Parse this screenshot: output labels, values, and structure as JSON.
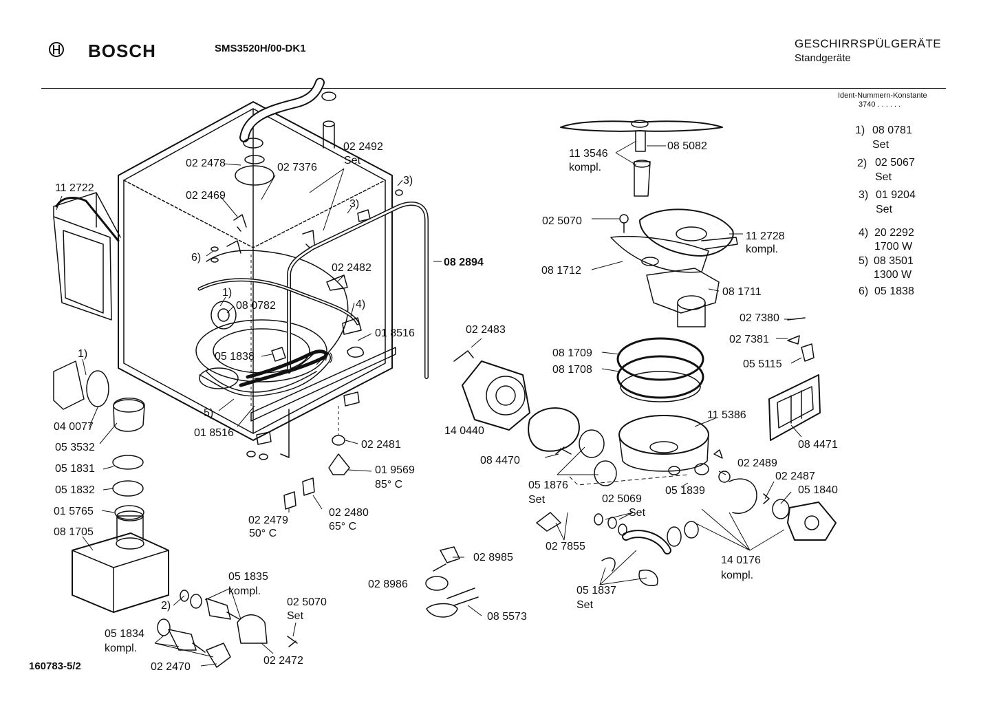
{
  "header": {
    "brand": "BOSCH",
    "model": "SMS3520H/00-DK1",
    "category": "GESCHIRRSPÜLGERÄTE",
    "subcategory": "Standgeräte",
    "ident_label": "Ident-Nummern-Konstante",
    "ident_value": "3740  . .   . . . ."
  },
  "footnotes": [
    {
      "key": "1)",
      "number": "08 0781",
      "extra": "Set"
    },
    {
      "key": "2)",
      "number": "02 5067",
      "extra": "Set"
    },
    {
      "key": "3)",
      "number": "01 9204",
      "extra": "Set"
    },
    {
      "key": "4)",
      "number": "20 2292",
      "extra": "1700 W"
    },
    {
      "key": "5)",
      "number": "08 3501",
      "extra": "1300 W"
    },
    {
      "key": "6)",
      "number": "05 1838",
      "extra": ""
    }
  ],
  "doc_number": "160783-5/2",
  "labels": [
    {
      "id": "l1",
      "text": "11 2722"
    },
    {
      "id": "l2",
      "text": "02 2478"
    },
    {
      "id": "l3",
      "text": "02 7376"
    },
    {
      "id": "l4",
      "text": "02 2492"
    },
    {
      "id": "l5",
      "text": "Set"
    },
    {
      "id": "l6",
      "text": "3)"
    },
    {
      "id": "l7",
      "text": "3)"
    },
    {
      "id": "l8",
      "text": "02 2469"
    },
    {
      "id": "l9",
      "text": "6)"
    },
    {
      "id": "l10",
      "text": "08 2894"
    },
    {
      "id": "l11",
      "text": "02 2482"
    },
    {
      "id": "l12",
      "text": "1)"
    },
    {
      "id": "l13",
      "text": "08 0782"
    },
    {
      "id": "l14",
      "text": "4)"
    },
    {
      "id": "l15",
      "text": "01 8516"
    },
    {
      "id": "l16",
      "text": "05 1838"
    },
    {
      "id": "l17",
      "text": "7)"
    },
    {
      "id": "l18",
      "text": "1)"
    },
    {
      "id": "l19",
      "text": "5)"
    },
    {
      "id": "l20",
      "text": "01 8516"
    },
    {
      "id": "l21",
      "text": "04 0077"
    },
    {
      "id": "l22",
      "text": "05 3532"
    },
    {
      "id": "l23",
      "text": "05 1831"
    },
    {
      "id": "l24",
      "text": "05 1832"
    },
    {
      "id": "l25",
      "text": "01 5765"
    },
    {
      "id": "l26",
      "text": "08 1705"
    },
    {
      "id": "l27",
      "text": "02 2481"
    },
    {
      "id": "l28",
      "text": "01 9569"
    },
    {
      "id": "l29",
      "text": "85° C"
    },
    {
      "id": "l30",
      "text": "02 2479"
    },
    {
      "id": "l31",
      "text": "50° C"
    },
    {
      "id": "l32",
      "text": "02 2480"
    },
    {
      "id": "l33",
      "text": "65° C"
    },
    {
      "id": "l34",
      "text": "05 1835"
    },
    {
      "id": "l35",
      "text": "kompl."
    },
    {
      "id": "l36",
      "text": "2)"
    },
    {
      "id": "l37",
      "text": "02 5070"
    },
    {
      "id": "l38",
      "text": "Set"
    },
    {
      "id": "l39",
      "text": "05 1834"
    },
    {
      "id": "l40",
      "text": "kompl."
    },
    {
      "id": "l41",
      "text": "02 2470"
    },
    {
      "id": "l42",
      "text": "02 2472"
    },
    {
      "id": "l43",
      "text": "11 3546"
    },
    {
      "id": "l44",
      "text": "kompl."
    },
    {
      "id": "l45",
      "text": "08 5082"
    },
    {
      "id": "l46",
      "text": "02 5070"
    },
    {
      "id": "l47",
      "text": "11 2728"
    },
    {
      "id": "l48",
      "text": "kompl."
    },
    {
      "id": "l49",
      "text": "08 1712"
    },
    {
      "id": "l50",
      "text": "08 1711"
    },
    {
      "id": "l51",
      "text": "02 2483"
    },
    {
      "id": "l52",
      "text": "02 7380"
    },
    {
      "id": "l53",
      "text": "02 7381"
    },
    {
      "id": "l54",
      "text": "05 5115"
    },
    {
      "id": "l55",
      "text": "08 1709"
    },
    {
      "id": "l56",
      "text": "08 1708"
    },
    {
      "id": "l57",
      "text": "14 0440"
    },
    {
      "id": "l58",
      "text": "11 5386"
    },
    {
      "id": "l59",
      "text": "08 4471"
    },
    {
      "id": "l60",
      "text": "08 4470"
    },
    {
      "id": "l61",
      "text": "02 2489"
    },
    {
      "id": "l62",
      "text": "02 2487"
    },
    {
      "id": "l63",
      "text": "05 1840"
    },
    {
      "id": "l64",
      "text": "05 1876"
    },
    {
      "id": "l65",
      "text": "Set"
    },
    {
      "id": "l66",
      "text": "02 5069"
    },
    {
      "id": "l67",
      "text": "Set"
    },
    {
      "id": "l68",
      "text": "05 1839"
    },
    {
      "id": "l69",
      "text": "02 7855"
    },
    {
      "id": "l70",
      "text": "14 0176"
    },
    {
      "id": "l71",
      "text": "kompl."
    },
    {
      "id": "l72",
      "text": "02 8985"
    },
    {
      "id": "l73",
      "text": "02 8986"
    },
    {
      "id": "l74",
      "text": "08 5573"
    },
    {
      "id": "l75",
      "text": "05 1837"
    },
    {
      "id": "l76",
      "text": "Set"
    }
  ]
}
